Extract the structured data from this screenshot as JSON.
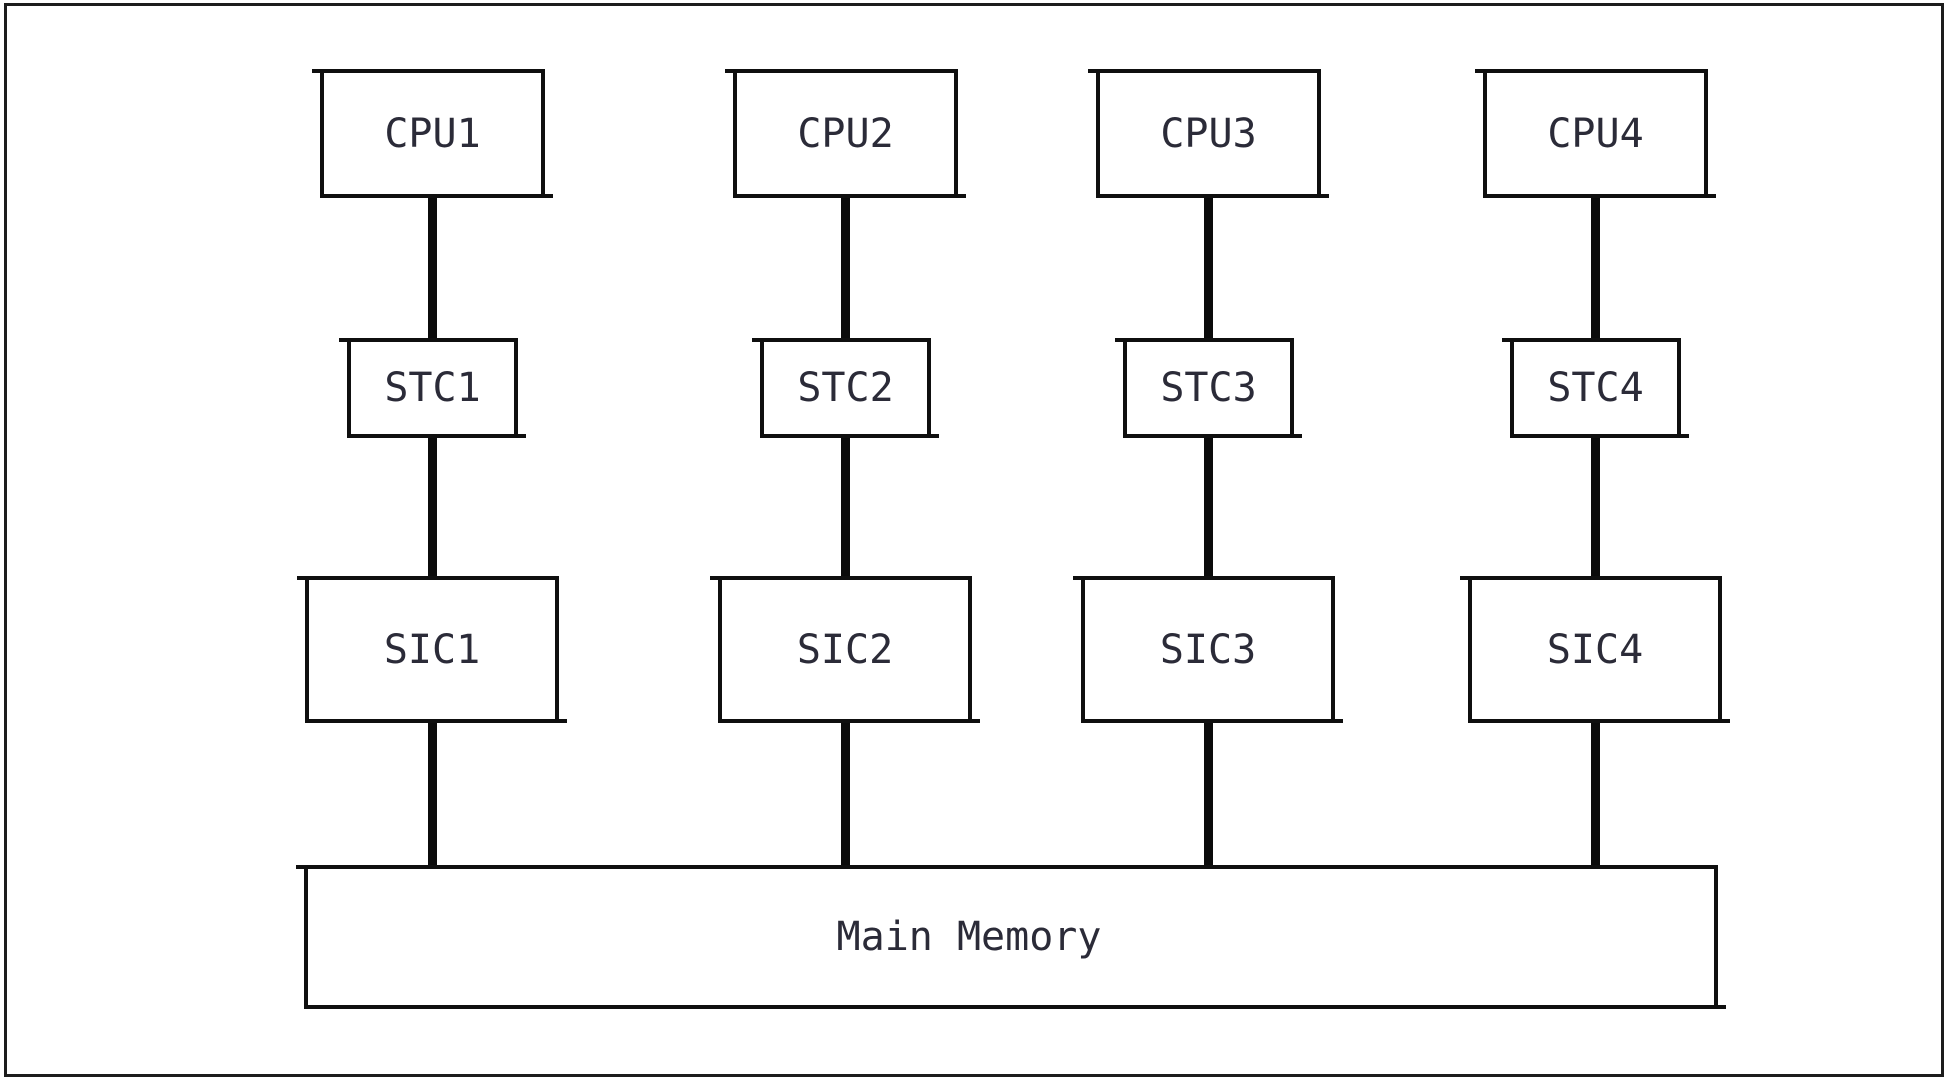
{
  "columns": [
    {
      "cpu_label": "CPU1",
      "stc_label": "STC1",
      "sic_label": "SIC1"
    },
    {
      "cpu_label": "CPU2",
      "stc_label": "STC2",
      "sic_label": "SIC2"
    },
    {
      "cpu_label": "CPU3",
      "stc_label": "STC3",
      "sic_label": "SIC3"
    },
    {
      "cpu_label": "CPU4",
      "stc_label": "STC4",
      "sic_label": "SIC4"
    }
  ],
  "memory_label": "Main Memory",
  "colors": {
    "ink": "#0f0f0f",
    "text": "#2b2b38",
    "background": "#ffffff"
  }
}
